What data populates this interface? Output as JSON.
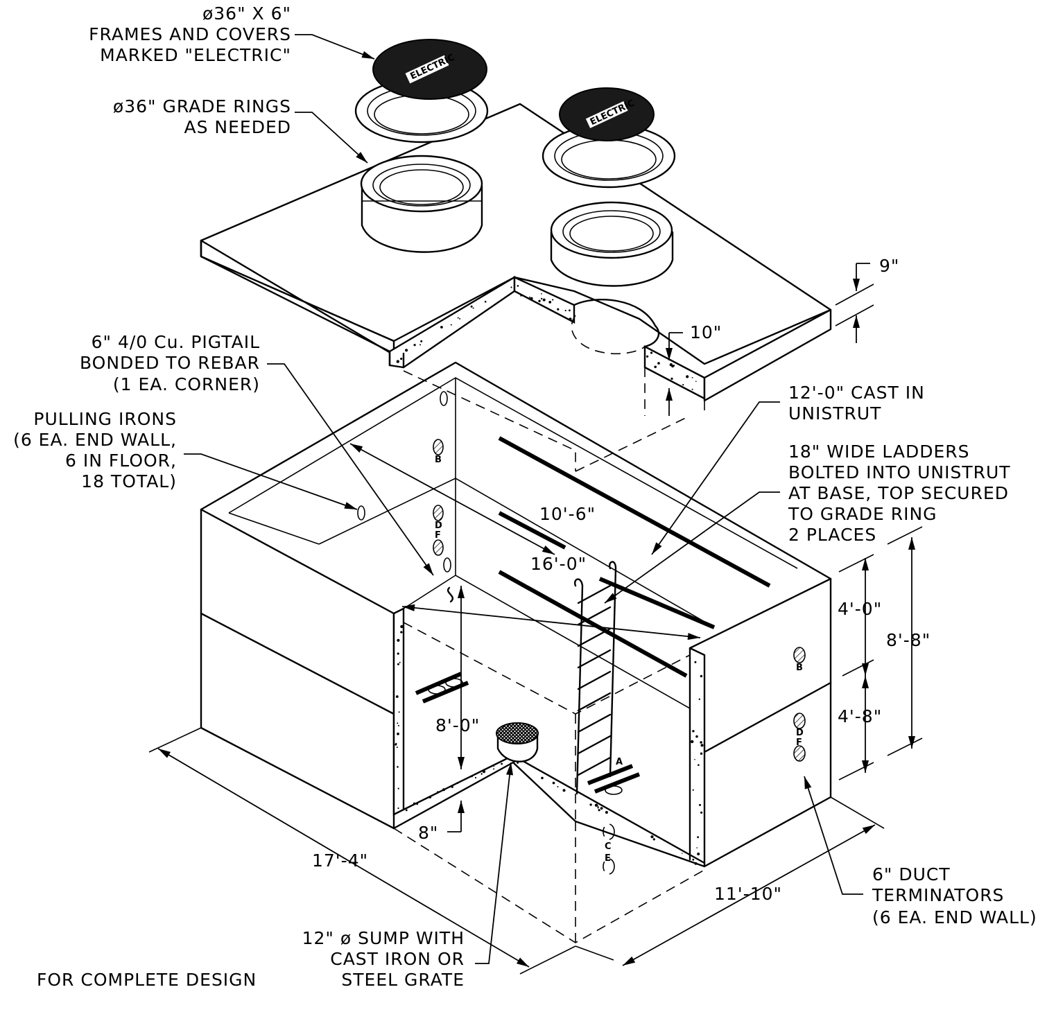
{
  "callouts": {
    "frames_covers": [
      "ø36\" X 6\"",
      "FRAMES AND COVERS",
      "MARKED \"ELECTRIC\""
    ],
    "grade_rings": [
      "ø36\" GRADE RINGS",
      "AS NEEDED"
    ],
    "pigtail": [
      "6\" 4/0 Cu. PIGTAIL",
      "BONDED TO REBAR",
      "(1 EA. CORNER)"
    ],
    "pulling_irons": [
      "PULLING IRONS",
      "(6 EA. END WALL,",
      "6 IN FLOOR,",
      "18 TOTAL)"
    ],
    "unistrut": [
      "12'-0\" CAST IN",
      "UNISTRUT"
    ],
    "ladders": [
      "18\" WIDE LADDERS",
      "BOLTED INTO UNISTRUT",
      "AT BASE, TOP SECURED",
      "TO GRADE RING",
      "2 PLACES"
    ],
    "duct_terminators": [
      "6\" DUCT",
      "TERMINATORS",
      "(6 EA. END WALL)"
    ],
    "sump": [
      "12\" ø SUMP WITH",
      "CAST IRON OR",
      "STEEL GRATE"
    ],
    "footer": "FOR COMPLETE DESIGN"
  },
  "dimensions": {
    "lid_thickness": "9\"",
    "opening_depth": "10\"",
    "inner_width": "10'-6\"",
    "inner_length": "16'-0\"",
    "upper_height": "4'-0\"",
    "lower_height": "4'-8\"",
    "total_height": "8'-8\"",
    "inner_height": "8'-0\"",
    "floor_thickness": "8\"",
    "outer_length": "17'-4\"",
    "outer_width": "11'-10\""
  },
  "cover_text": "ELECTRIC",
  "wall_tags": {
    "b": "B",
    "d": "D",
    "f": "F",
    "a": "A",
    "c": "C",
    "e": "E"
  }
}
